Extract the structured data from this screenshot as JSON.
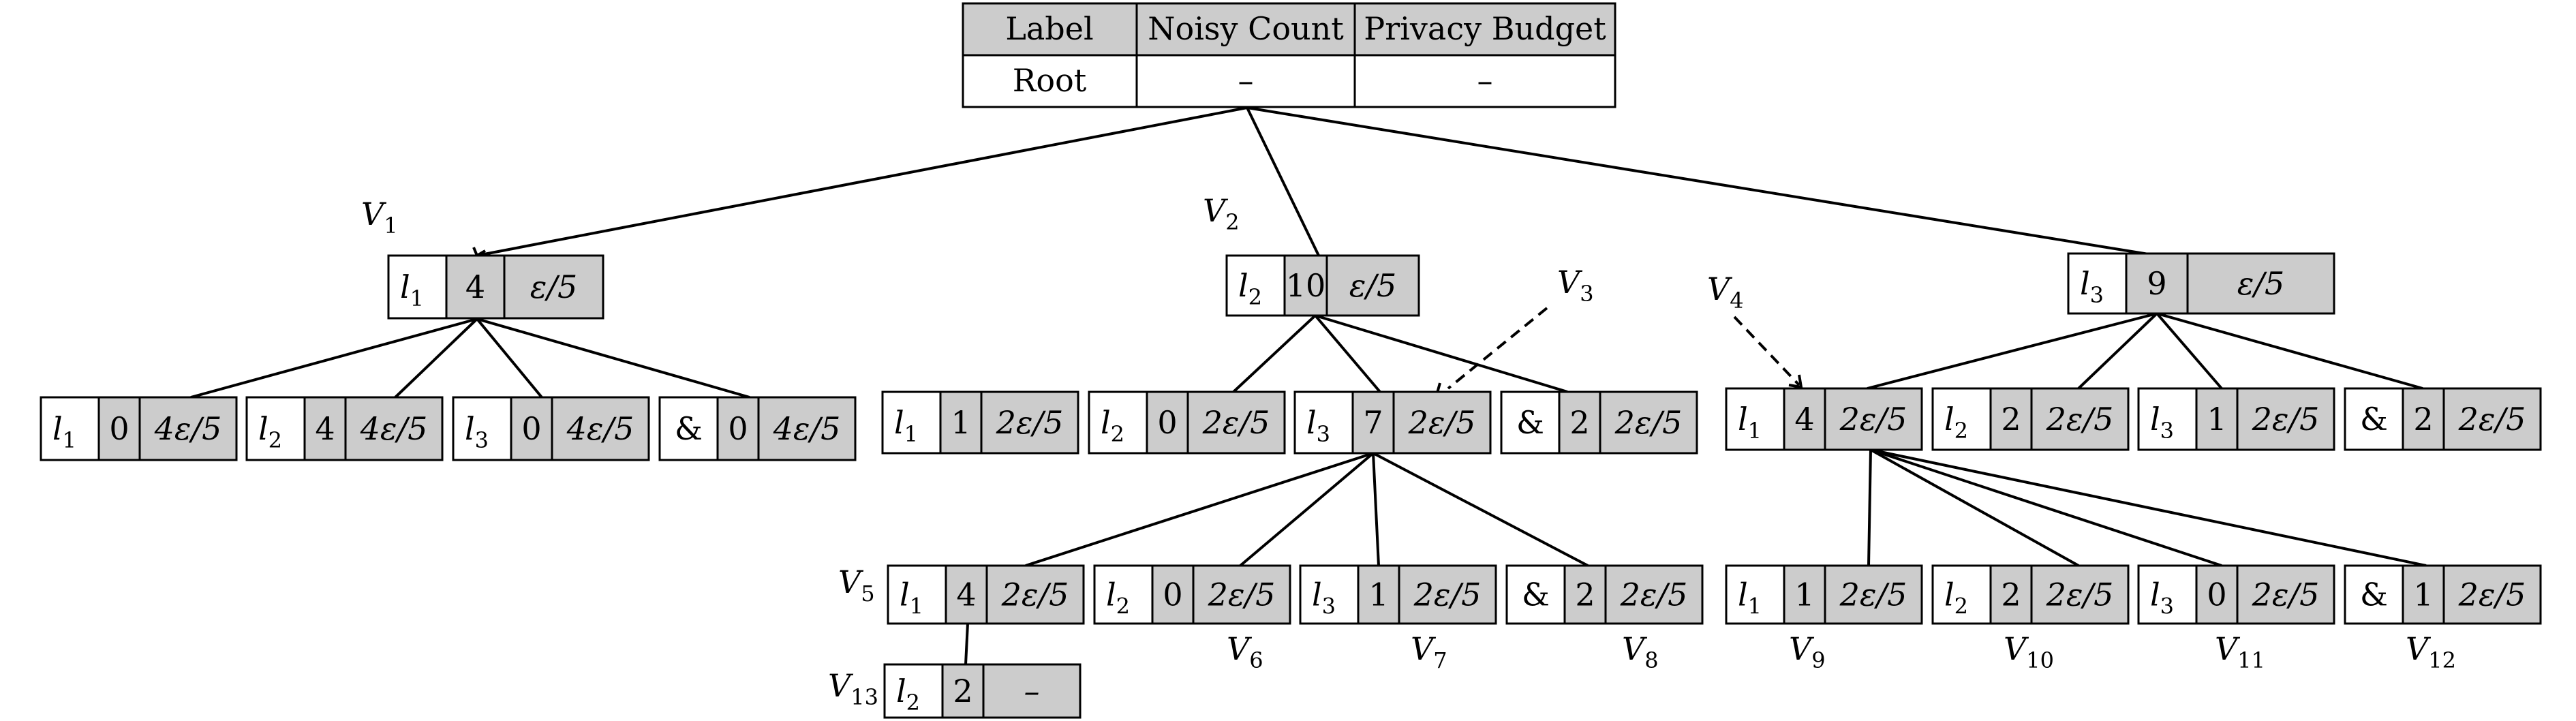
{
  "header_table": {
    "columns": [
      "Label",
      "Noisy Count",
      "Privacy Budget"
    ],
    "row": [
      "Root",
      "–",
      "–"
    ]
  },
  "nodes": {
    "v1": {
      "label": "l",
      "sub": "1",
      "count": "4",
      "budget": "ε/5"
    },
    "v2": {
      "label": "l",
      "sub": "2",
      "count": "10",
      "budget": "ε/5"
    },
    "v2r": {
      "label": "l",
      "sub": "3",
      "count": "9",
      "budget": "ε/5"
    },
    "a1": {
      "label": "l",
      "sub": "1",
      "count": "0",
      "budget": "4ε/5"
    },
    "a2": {
      "label": "l",
      "sub": "2",
      "count": "4",
      "budget": "4ε/5"
    },
    "a3": {
      "label": "l",
      "sub": "3",
      "count": "0",
      "budget": "4ε/5"
    },
    "a4": {
      "label": "&",
      "sub": "",
      "count": "0",
      "budget": "4ε/5"
    },
    "b1": {
      "label": "l",
      "sub": "1",
      "count": "1",
      "budget": "2ε/5"
    },
    "b2": {
      "label": "l",
      "sub": "2",
      "count": "0",
      "budget": "2ε/5"
    },
    "b3": {
      "label": "l",
      "sub": "3",
      "count": "7",
      "budget": "2ε/5"
    },
    "b4": {
      "label": "&",
      "sub": "",
      "count": "2",
      "budget": "2ε/5"
    },
    "c1": {
      "label": "l",
      "sub": "1",
      "count": "4",
      "budget": "2ε/5"
    },
    "c2": {
      "label": "l",
      "sub": "2",
      "count": "2",
      "budget": "2ε/5"
    },
    "c3": {
      "label": "l",
      "sub": "3",
      "count": "1",
      "budget": "2ε/5"
    },
    "c4": {
      "label": "&",
      "sub": "",
      "count": "2",
      "budget": "2ε/5"
    },
    "d1": {
      "label": "l",
      "sub": "1",
      "count": "4",
      "budget": "2ε/5"
    },
    "d2": {
      "label": "l",
      "sub": "2",
      "count": "0",
      "budget": "2ε/5"
    },
    "d3": {
      "label": "l",
      "sub": "3",
      "count": "1",
      "budget": "2ε/5"
    },
    "d4": {
      "label": "&",
      "sub": "",
      "count": "2",
      "budget": "2ε/5"
    },
    "e1": {
      "label": "l",
      "sub": "1",
      "count": "1",
      "budget": "2ε/5"
    },
    "e2": {
      "label": "l",
      "sub": "2",
      "count": "2",
      "budget": "2ε/5"
    },
    "e3": {
      "label": "l",
      "sub": "3",
      "count": "0",
      "budget": "2ε/5"
    },
    "e4": {
      "label": "&",
      "sub": "",
      "count": "1",
      "budget": "2ε/5"
    },
    "f1": {
      "label": "l",
      "sub": "2",
      "count": "2",
      "budget": "–"
    }
  },
  "vertex_labels": {
    "V1": {
      "base": "V",
      "sub": "1"
    },
    "V2": {
      "base": "V",
      "sub": "2"
    },
    "V3": {
      "base": "V",
      "sub": "3"
    },
    "V4": {
      "base": "V",
      "sub": "4"
    },
    "V5": {
      "base": "V",
      "sub": "5"
    },
    "V6": {
      "base": "V",
      "sub": "6"
    },
    "V7": {
      "base": "V",
      "sub": "7"
    },
    "V8": {
      "base": "V",
      "sub": "8"
    },
    "V9": {
      "base": "V",
      "sub": "9"
    },
    "V10": {
      "base": "V",
      "sub": "10"
    },
    "V11": {
      "base": "V",
      "sub": "11"
    },
    "V12": {
      "base": "V",
      "sub": "12"
    },
    "V13": {
      "base": "V",
      "sub": "13"
    }
  }
}
